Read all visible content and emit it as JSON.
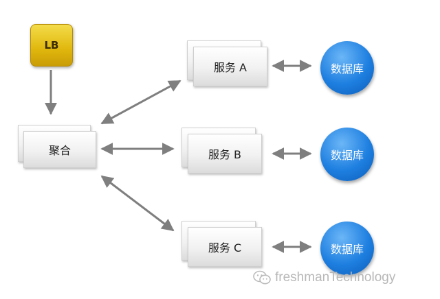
{
  "diagram": {
    "lb_label": "LB",
    "aggregator_label": "聚合",
    "services": [
      {
        "label": "服务 A",
        "db_label": "数据库"
      },
      {
        "label": "服务 B",
        "db_label": "数据库"
      },
      {
        "label": "服务 C",
        "db_label": "数据库"
      }
    ],
    "arrow_color": "#7f7f7f",
    "db_color": "#1e7fe0",
    "lb_color": "#e0b70d"
  },
  "watermark": {
    "text": "freshmanTechnology",
    "icon": "wechat-icon"
  }
}
